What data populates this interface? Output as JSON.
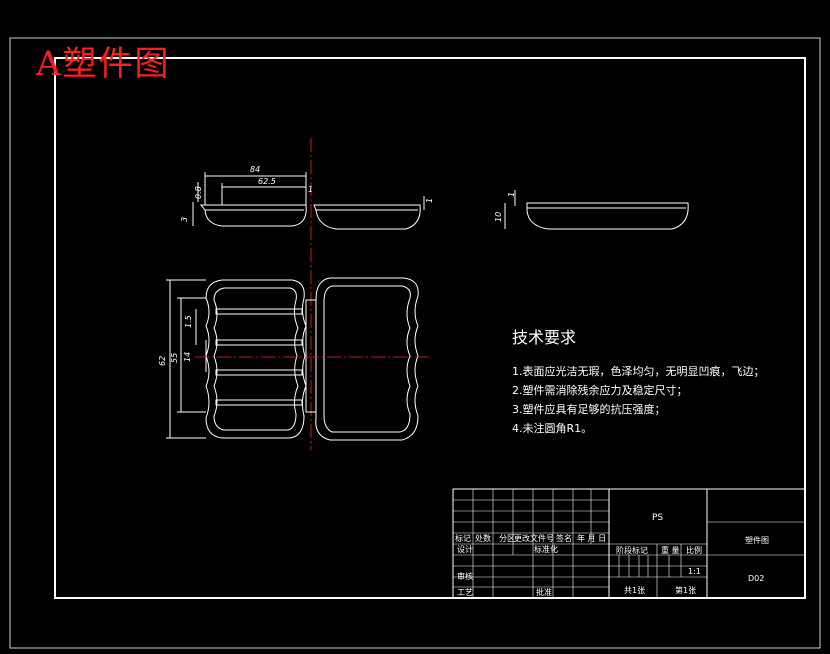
{
  "title": "A塑件图",
  "technical_requirements": {
    "heading": "技术要求",
    "items": [
      "1.表面应光洁无瑕，色泽均匀，无明显凹痕，飞边；",
      "2.塑件需消除残余应力及稳定尺寸；",
      "3.塑件应具有足够的抗压强度；",
      "4.未注圆角R1。"
    ]
  },
  "dimensions": {
    "d84": "84",
    "d62_5": "62.5",
    "d0_8": "0.8",
    "d3": "3",
    "d1a": "1",
    "d1b": "1",
    "d10": "10",
    "d1c": "1",
    "d1_5": "1.5",
    "d62": "62",
    "d55": "55",
    "d14": "14"
  },
  "title_block": {
    "material": "PS",
    "drawing_name": "塑件图",
    "drawing_no": "D02",
    "scale": "1:1",
    "headers": [
      "标记",
      "处数",
      "分区",
      "更改文件号",
      "签名",
      "年 月 日"
    ],
    "design": "设计",
    "standardization": "标准化",
    "review": "审核",
    "process": "工艺",
    "approve": "批准",
    "stage_mark": "阶段标记",
    "weight": "重 量",
    "ratio": "比例",
    "sheet_total": "共1张",
    "sheet_no": "第1张"
  },
  "colors": {
    "background": "#000000",
    "line": "#ffffff",
    "center_line": "#ff2020",
    "title_color": "#ff1e1e"
  }
}
